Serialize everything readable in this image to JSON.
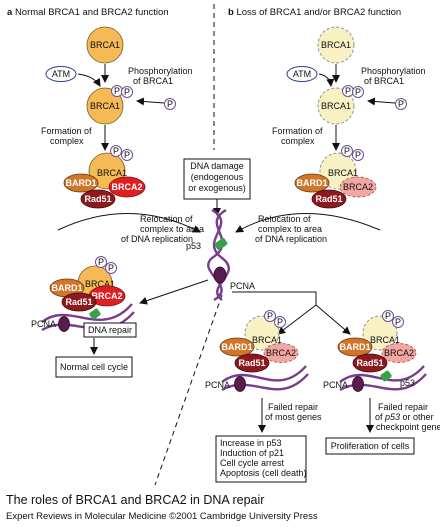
{
  "panel_a": {
    "letter": "a",
    "title": "Normal BRCA1 and BRCA2 function",
    "brca1": "BRCA1",
    "atm": "ATM",
    "p": "P",
    "phospho_line1": "Phosphorylation",
    "phospho_line2": "of BRCA1",
    "formation_line1": "Formation of",
    "formation_line2": "complex",
    "bard1": "BARD1",
    "brca2": "BRCA2",
    "rad51": "Rad51",
    "relocation_line1": "Relocation of",
    "relocation_line2": "complex to area",
    "relocation_line3": "of DNA replication",
    "pcna": "PCNA",
    "dna_repair": "DNA repair",
    "normal_cell_cycle": "Normal cell cycle"
  },
  "panel_b": {
    "letter": "b",
    "title": "Loss of BRCA1 and/or BRCA2 function",
    "brca1": "BRCA1",
    "atm": "ATM",
    "p": "P",
    "phospho_line1": "Phosphorylation",
    "phospho_line2": "of BRCA1",
    "formation_line1": "Formation of",
    "formation_line2": "complex",
    "bard1": "BARD1",
    "brca2": "BRCA2",
    "rad51": "Rad51",
    "relocation_line1": "Relocation of",
    "relocation_line2": "complex to area",
    "relocation_line3": "of DNA replication",
    "pcna": "PCNA",
    "p53": "p53",
    "failed_most_line1": "Failed repair",
    "failed_most_line2": "of most genes",
    "failed_p53_line1": "Failed repair",
    "failed_p53_line2a": "of ",
    "failed_p53_line2b": "p53",
    "failed_p53_line2c": " or other",
    "failed_p53_line3": "checkpoint genes",
    "outcome_line1": "Increase in p53",
    "outcome_line2": "Induction of p21",
    "outcome_line3": "Cell cycle arrest",
    "outcome_line4": "Apoptosis (cell death)",
    "proliferation": "Proliferation of cells"
  },
  "center": {
    "damage_line1": "DNA damage",
    "damage_line2": "(endogenous",
    "damage_line3": "or exogenous)",
    "p53": "p53",
    "pcna": "PCNA"
  },
  "caption": {
    "title": "The roles of BRCA1 and BRCA2 in DNA repair",
    "credit": "Expert Reviews in Molecular Medicine ©2001 Cambridge University Press"
  },
  "colors": {
    "brca1": "#f5b955",
    "brca1_lost": "#f8f1c3",
    "bard1": "#d0762a",
    "brca2": "#e01f25",
    "brca2_lost": "#f2a7a3",
    "rad51": "#8e1a1f",
    "dna": "#7a3c8c",
    "damage_green": "#3aa14a",
    "p_circle": "#6a4f9e"
  }
}
